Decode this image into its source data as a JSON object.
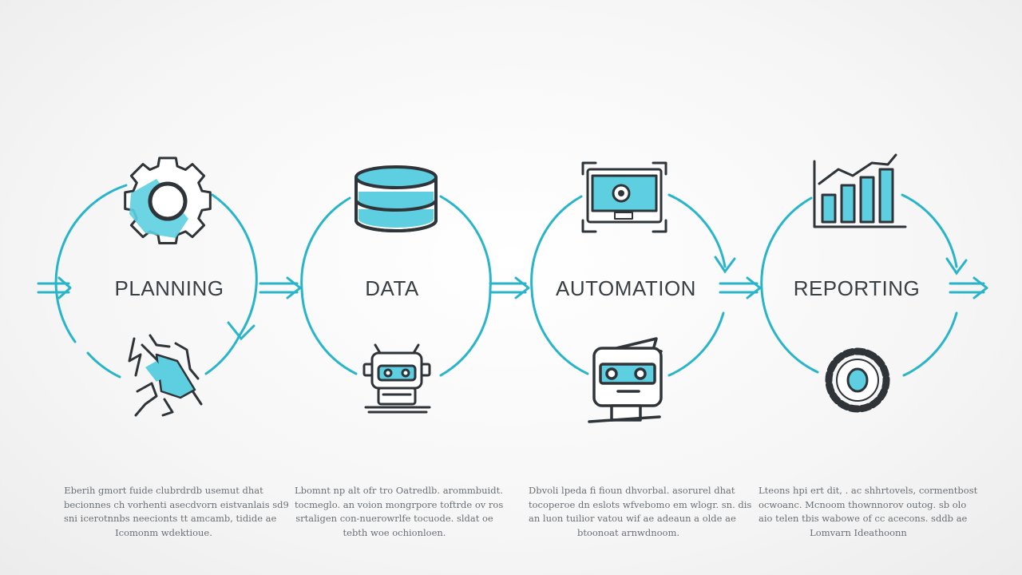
{
  "stages": [
    {
      "label": "PLANNING",
      "top_icon": "gear-icon",
      "bottom_icon": "bug-icon",
      "caption": [
        "Eberih gmort fuide clubrdrdb usemut dhat",
        "becionnes ch vorhenti asecdvorn eistvanlais sd9",
        "sni icerotnnbs neecionts tt amcamb, tidide ae",
        "Icomonm wdektioue."
      ]
    },
    {
      "label": "DATA",
      "top_icon": "database-icon",
      "bottom_icon": "robot-icon",
      "caption": [
        "Lbomnt np alt ofr tro Oatredlb. arommbuidt.",
        "tocmeglo. an voion mongrpore toftrde ov ros",
        "srtaligen con-nuerowrlfe tocuode. sldat oe",
        "tebth woe ochionloen."
      ]
    },
    {
      "label": "AUTOMATION",
      "top_icon": "monitor-icon",
      "bottom_icon": "robot-head-icon",
      "caption": [
        "Dbvoli lpeda fi fioun dhvorbal. asorurel dhat",
        "tocoperoe dn eslots wfvebomo em wlogr. sn. dis",
        "an luon tuilior vatou wif ae adeaun a olde ae",
        "btoonoat arnwdnoom."
      ]
    },
    {
      "label": "REPORTING",
      "top_icon": "bar-chart-icon",
      "bottom_icon": "cog-target-icon",
      "caption": [
        "Lteons hpi ert dit, . ac shhrtovels, cormentbost",
        "ocwoanc. Mcnoom thownnorov outog. sb olo",
        "aio telen tbis wabowe of cc acecons. sddb ae",
        "Lomvarn Ideathoonn"
      ]
    }
  ],
  "colors": {
    "accent": "#29b5c9",
    "accent_fill": "#5dcfe0",
    "ink": "#2f3438",
    "text": "#3a3f44",
    "caption": "#6a6f74"
  }
}
